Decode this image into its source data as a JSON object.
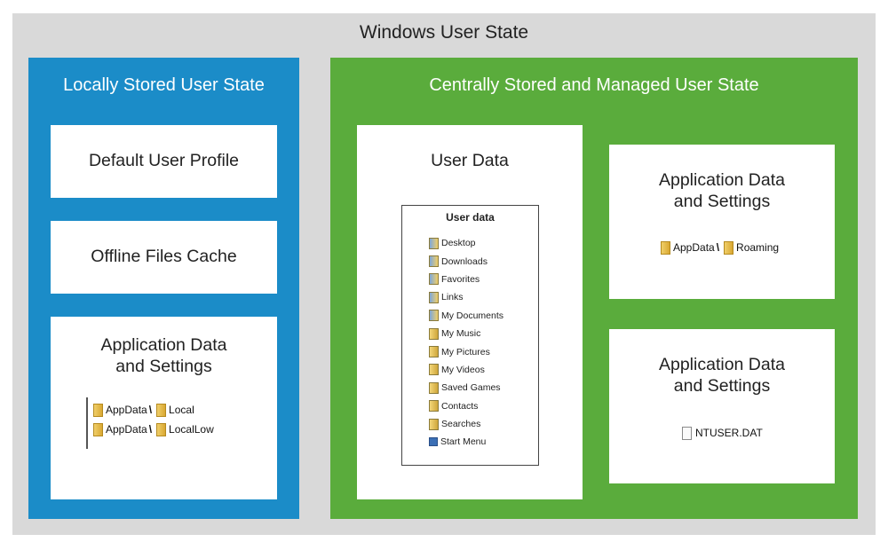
{
  "title": "Windows User State",
  "colors": {
    "background": "#d9d9d9",
    "local_panel": "#1b8cc8",
    "central_panel": "#5aac3c",
    "card": "#ffffff"
  },
  "local": {
    "title": "Locally Stored User State",
    "default_profile": "Default User Profile",
    "offline_cache": "Offline Files Cache",
    "app_data": {
      "title_line1": "Application Data",
      "title_line2": "and Settings",
      "paths": [
        {
          "folder1": "AppData",
          "sep": "\\",
          "folder2": "Local"
        },
        {
          "folder1": "AppData",
          "sep": "\\",
          "folder2": "LocalLow"
        }
      ]
    }
  },
  "central": {
    "title": "Centrally Stored and Managed User State",
    "user_data": {
      "title": "User Data",
      "box_title": "User data",
      "items": [
        "Desktop",
        "Downloads",
        "Favorites",
        "Links",
        "My Documents",
        "My Music",
        "My Pictures",
        "My Videos",
        "Saved Games",
        "Contacts",
        "Searches",
        "Start Menu"
      ]
    },
    "app_data_roaming": {
      "title_line1": "Application Data",
      "title_line2": "and Settings",
      "folder1": "AppData",
      "sep": "\\",
      "folder2": "Roaming"
    },
    "app_data_ntuser": {
      "title_line1": "Application Data",
      "title_line2": "and Settings",
      "file": "NTUSER.DAT"
    }
  }
}
